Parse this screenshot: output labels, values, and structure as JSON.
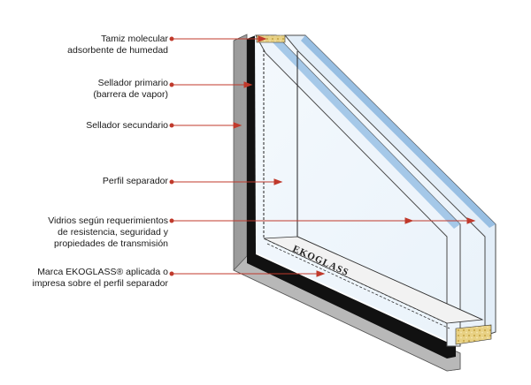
{
  "labels": {
    "tamiz": [
      "Tamiz molecular",
      "adsorbente de humedad"
    ],
    "sellador_primario": [
      "Sellador primario",
      "(barrera de vapor)"
    ],
    "sellador_secundario": [
      "Sellador secundario"
    ],
    "perfil": [
      "Perfil separador"
    ],
    "vidrios": [
      "Vidrios según requerimientos",
      "de resistencia, seguridad y",
      "propiedades de transmisión"
    ],
    "marca": [
      "Marca EKOGLASS® aplicada o",
      "impresa sobre el perfil separador"
    ]
  },
  "brand_text": "EKOGLASS",
  "colors": {
    "leader": "#c0392b",
    "glass": "#a9cbe8",
    "sealant": "#111111",
    "frame": "#b3b3b3",
    "desiccant": "#e6cf86"
  }
}
